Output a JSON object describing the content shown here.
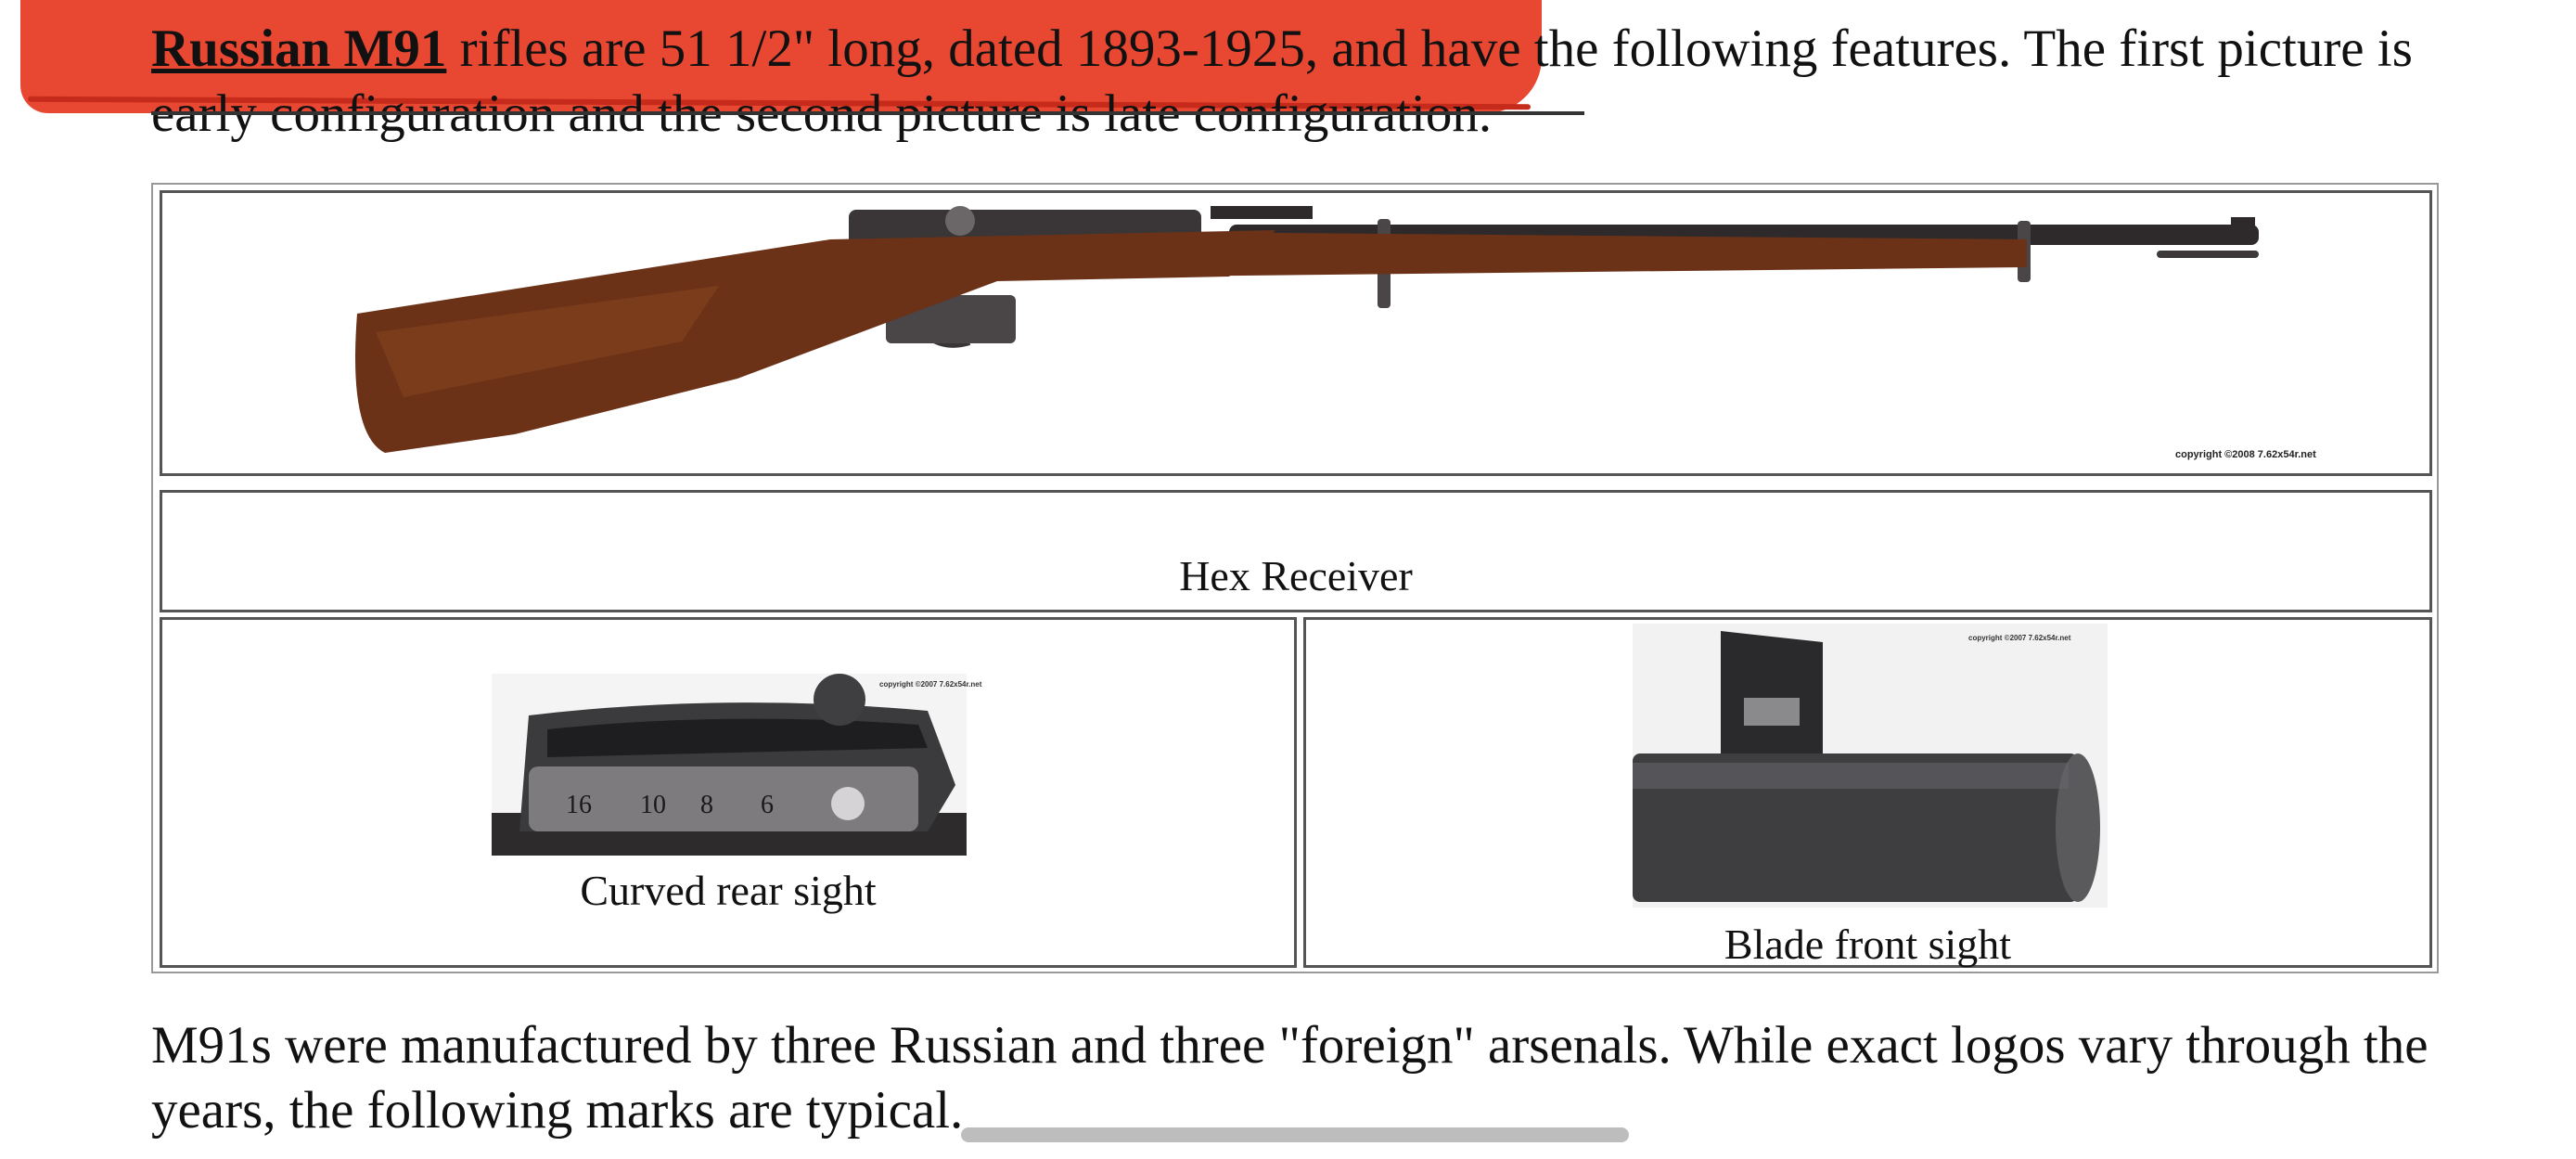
{
  "intro": {
    "link_text": "Russian M91",
    "text": " rifles are 51 1/2\" long, dated 1893-1925, and have the following features. The first picture is early configuration and the second picture is late configuration."
  },
  "table": {
    "rifle_copyright": "copyright ©2008 7.62x54r.net",
    "hex_caption": "Hex Receiver",
    "rear_copyright": "copyright ©2007 7.62x54r.net",
    "rear_caption": "Curved rear sight",
    "front_copyright": "copyright ©2007 7.62x54r.net",
    "front_caption": "Blade front sight",
    "rear_sight_marks": [
      "16",
      "10",
      "8",
      "6"
    ]
  },
  "para2": {
    "text": "M91s were manufactured by three Russian and three \"foreign\" arsenals. While exact logos vary through the years, the following marks are typical."
  },
  "colors": {
    "highlight": "#e63a22",
    "stock": "#6b3218",
    "metal": "#3a3536"
  }
}
